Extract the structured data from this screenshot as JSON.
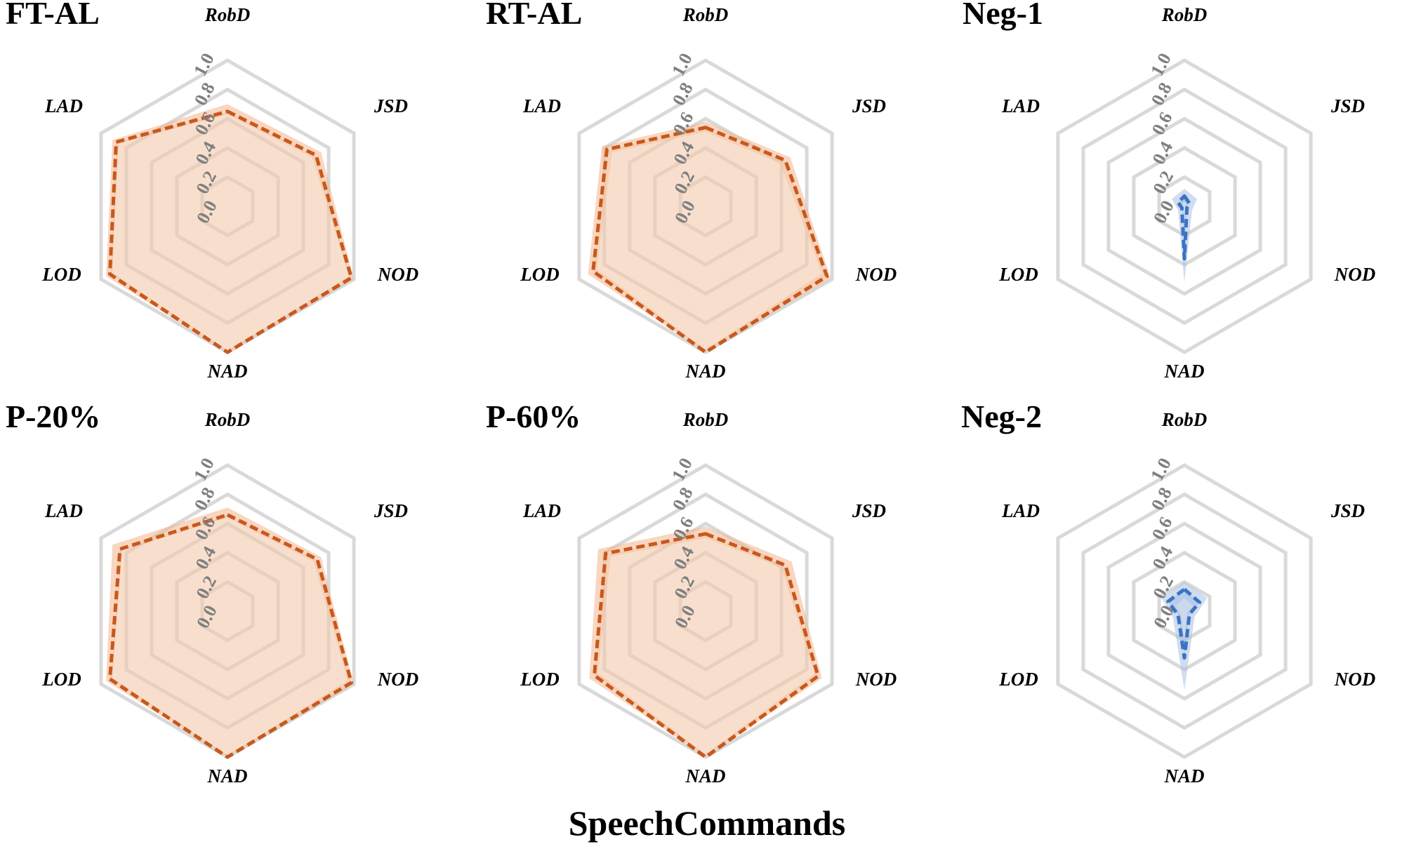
{
  "caption": "SpeechCommands",
  "axes": [
    "RobD",
    "JSD",
    "NOD",
    "NAD",
    "LOD",
    "LAD"
  ],
  "ticks": [
    "0.0",
    "0.2",
    "0.4",
    "0.6",
    "0.8",
    "1.0"
  ],
  "colors": {
    "grid": "#d9d9d9",
    "orange_line": "#c8581c",
    "orange_fill": "#f3c9ab",
    "orange_band": "#f4b48c",
    "blue_line": "#3a74c2",
    "blue_fill": "#a9bfe3"
  },
  "chart_data": [
    {
      "type": "radar",
      "title": "FT-AL",
      "color": "orange",
      "values": [
        0.65,
        0.7,
        0.98,
        1.0,
        0.93,
        0.88
      ],
      "band_lower": [
        0.63,
        0.67,
        0.96,
        0.99,
        0.91,
        0.86
      ],
      "band_upper": [
        0.7,
        0.74,
        1.0,
        1.0,
        0.96,
        0.91
      ],
      "rlim": [
        0,
        1
      ]
    },
    {
      "type": "radar",
      "title": "RT-AL",
      "color": "orange",
      "values": [
        0.54,
        0.63,
        0.96,
        1.0,
        0.89,
        0.78
      ],
      "band_lower": [
        0.51,
        0.59,
        0.92,
        0.98,
        0.86,
        0.74
      ],
      "band_upper": [
        0.58,
        0.67,
        0.99,
        1.0,
        0.93,
        0.82
      ],
      "rlim": [
        0,
        1
      ]
    },
    {
      "type": "radar",
      "title": "Neg-1",
      "color": "blue",
      "values": [
        0.07,
        0.04,
        0.02,
        0.36,
        0.02,
        0.05
      ],
      "band_lower": [
        0.03,
        0.02,
        0.01,
        0.2,
        0.01,
        0.02
      ],
      "band_upper": [
        0.12,
        0.1,
        0.06,
        0.52,
        0.05,
        0.1
      ],
      "rlim": [
        0,
        1
      ]
    },
    {
      "type": "radar",
      "title": "P-20%",
      "color": "orange",
      "values": [
        0.66,
        0.71,
        0.98,
        1.0,
        0.93,
        0.85
      ],
      "band_lower": [
        0.64,
        0.68,
        0.95,
        0.99,
        0.91,
        0.83
      ],
      "band_upper": [
        0.71,
        0.74,
        1.0,
        1.0,
        0.96,
        0.91
      ],
      "rlim": [
        0,
        1
      ]
    },
    {
      "type": "radar",
      "title": "P-60%",
      "color": "orange",
      "values": [
        0.53,
        0.63,
        0.89,
        1.0,
        0.88,
        0.79
      ],
      "band_lower": [
        0.5,
        0.6,
        0.86,
        0.98,
        0.85,
        0.75
      ],
      "band_upper": [
        0.58,
        0.68,
        0.92,
        1.0,
        0.92,
        0.85
      ],
      "rlim": [
        0,
        1
      ]
    },
    {
      "type": "radar",
      "title": "Neg-2",
      "color": "blue",
      "values": [
        0.15,
        0.12,
        0.04,
        0.32,
        0.05,
        0.13
      ],
      "band_lower": [
        0.09,
        0.07,
        0.02,
        0.2,
        0.03,
        0.07
      ],
      "band_upper": [
        0.2,
        0.18,
        0.08,
        0.54,
        0.09,
        0.18
      ],
      "rlim": [
        0,
        1
      ]
    }
  ]
}
